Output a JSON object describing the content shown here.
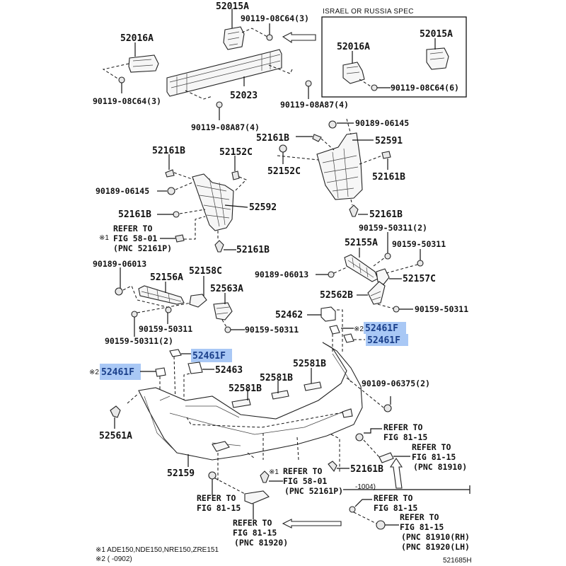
{
  "diagram": {
    "figure_id": "521685H",
    "inset_box_title": "ISRAEL OR RUSSIA SPEC",
    "labels": {
      "top_52015A": "52015A",
      "top_90119_08C64_3_right": "90119-08C64(3)",
      "top_52016A": "52016A",
      "top_90119_08C64_3_left": "90119-08C64(3)",
      "top_52023": "52023",
      "top_90119_08A87_4_center": "90119-08A87(4)",
      "top_90119_08A87_4_right": "90119-08A87(4)",
      "inset_52016A": "52016A",
      "inset_52015A": "52015A",
      "inset_90119_08C64_6": "90119-08C64(6)",
      "r_90189_06145": "90189-06145",
      "r_52161B_a": "52161B",
      "r_52591": "52591",
      "r_52152C": "52152C",
      "r_52161B_b": "52161B",
      "r_52161B_c": "52161B",
      "l_52161B_a": "52161B",
      "l_52152C": "52152C",
      "l_90189_06145": "90189-06145",
      "l_52592": "52592",
      "l_52161B_b": "52161B",
      "l_52161B_c": "52161B",
      "l_refer_1": "REFER TO",
      "l_refer_2": "FIG 58-01",
      "l_refer_3": "(PNC 52161P)",
      "mark1_a": "※1",
      "r_90159_50311_2": "90159-50311(2)",
      "r_52155A": "52155A",
      "r_90159_50311_a": "90159-50311",
      "r_90189_06013": "90189-06013",
      "r_52157C": "52157C",
      "r_52562B": "52562B",
      "r_90159_50311_b": "90159-50311",
      "l_90189_06013": "90189-06013",
      "l_52156A": "52156A",
      "l_52158C": "52158C",
      "l_52563A": "52563A",
      "l_90159_50311_a": "90159-50311",
      "l_90159_50311_b": "90159-50311",
      "l_90159_50311_2": "90159-50311(2)",
      "c_52462": "52462",
      "mark2_a": "※2",
      "hl_52461F_a": "52461F",
      "hl_52461F_b": "52461F",
      "hl_52461F_c": "52461F",
      "mark2_b": "※2",
      "hl_52461F_d": "52461F",
      "c_52463": "52463",
      "c_52581B_a": "52581B",
      "c_52581B_b": "52581B",
      "c_52581B_c": "52581B",
      "r_90109_06375_2": "90109-06375(2)",
      "l_52561A": "52561A",
      "l_52159": "52159",
      "r_refer_a1": "REFER TO",
      "r_refer_a2": "FIG 81-15",
      "r_refer_b1": "REFER TO",
      "r_refer_b2": "FIG 81-15",
      "r_refer_b3": "(PNC 81910)",
      "mark1_b": "※1",
      "b_refer_c1": "REFER TO",
      "b_refer_c2": "FIG 58-01",
      "b_refer_c3": "(PNC 52161P)",
      "b_52161B": "52161B",
      "b_range": "-1004)",
      "b_refer_d1": "REFER TO",
      "b_refer_d2": "FIG 81-15",
      "b_refer_e1": "REFER TO",
      "b_refer_e2": "FIG 81-15",
      "b_refer_e3": "(PNC 81920)",
      "b_refer_f1": "REFER TO",
      "b_refer_f2": "FIG 81-15",
      "b_refer_g1": "REFER TO",
      "b_refer_g2": "FIG 81-15",
      "b_refer_g3": "(PNC 81910(RH)",
      "b_refer_g4": "(PNC 81920(LH)"
    },
    "footnotes": [
      "※1 ADE150,NDE150,NRE150,ZRE151",
      "※2 (   -0902)"
    ],
    "highlight_color": "#a9c8f5",
    "highlight_text_color": "#1a3f8a"
  }
}
